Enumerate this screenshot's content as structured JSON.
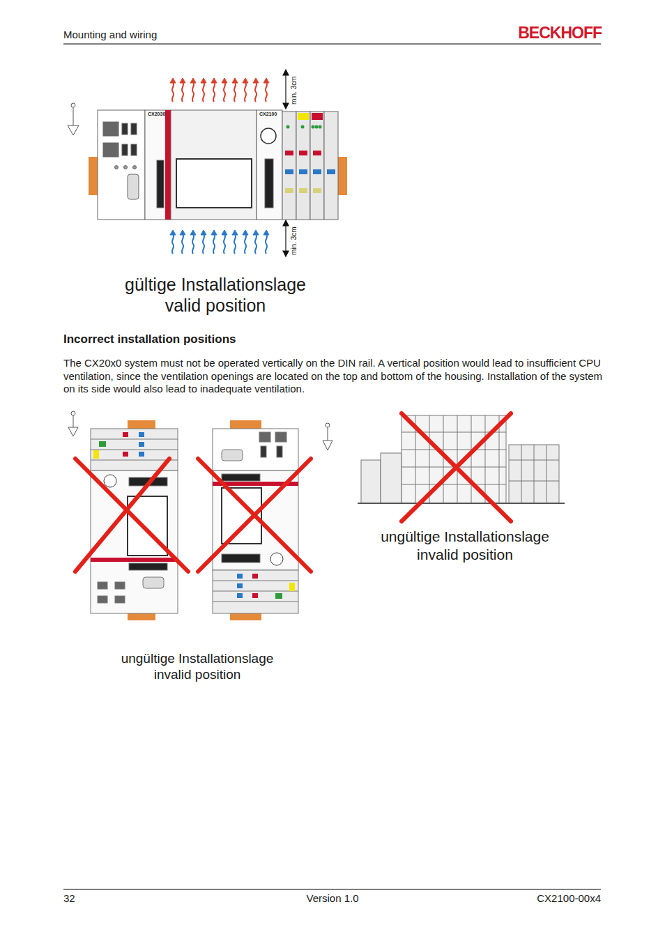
{
  "diagram": {
    "title": "Incorrect installation positions",
    "labels": [
      "Mounting and wiring",
      "BECKHOFF",
      "CX2030",
      "CX2100",
      "min. 3cm",
      "min. 3cm",
      "gültige Installationslage",
      "valid position",
      "The CX20x0 system must not be operated vertically on the DIN rail. A vertical position would lead to insufficient CPU ventilation, since the ventilation openings are located on the top and bottom of the housing. Installation of the system on its side would also lead to inadequate ventilation.",
      "ungültige Installationslage",
      "invalid position",
      "ungültige Installationslage",
      "invalid position",
      "32",
      "Version 1.0",
      "CX2100-00x4"
    ]
  }
}
